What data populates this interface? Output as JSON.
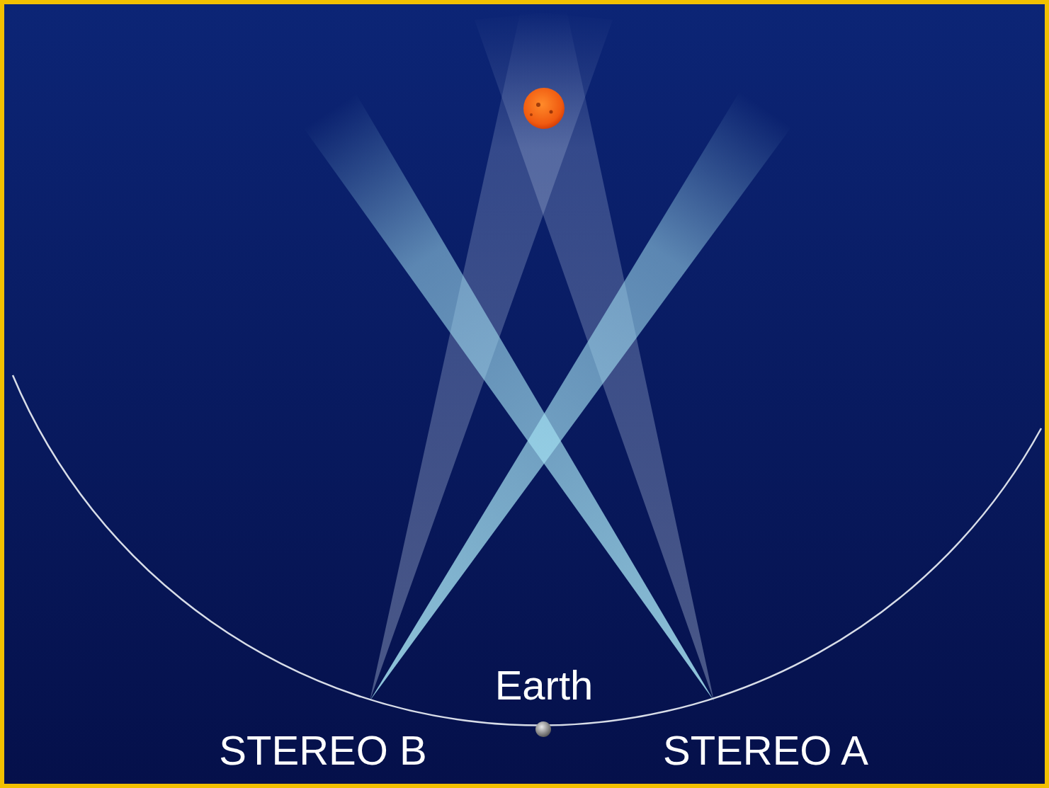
{
  "diagram": {
    "labels": [
      "Earth",
      "STEREO B",
      "STEREO A"
    ]
  }
}
